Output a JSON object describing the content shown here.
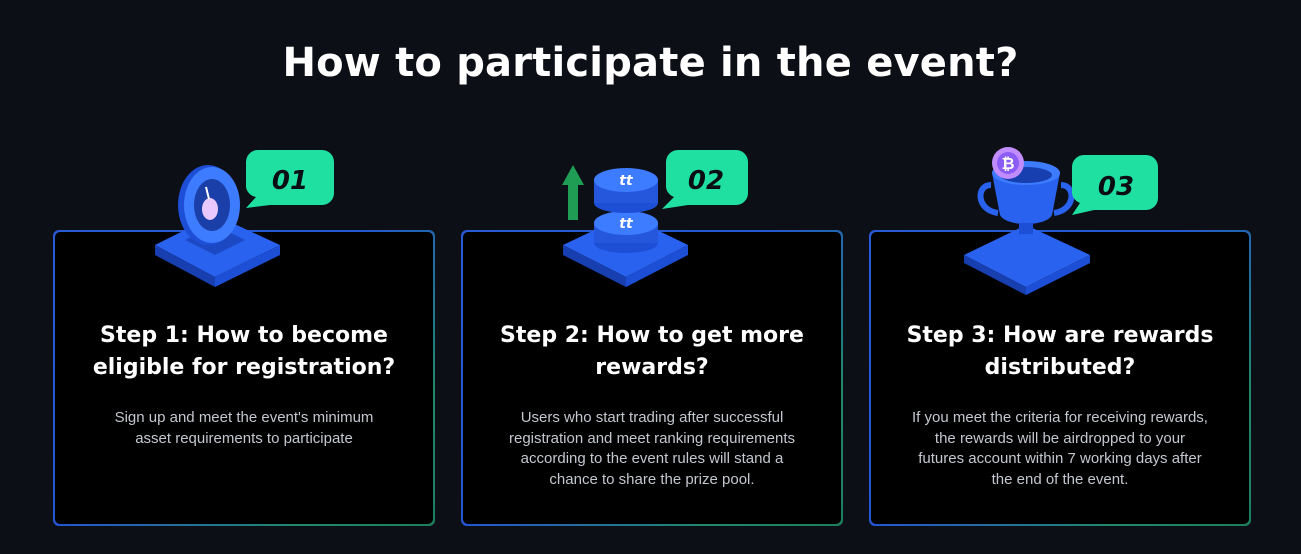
{
  "page": {
    "title": "How to participate in the event?"
  },
  "colors": {
    "background": "#0d0f17",
    "card": "#000000",
    "accent_green": "#1fe0a1",
    "accent_blue": "#2456d0",
    "text_muted": "#c3c7cf"
  },
  "steps": [
    {
      "badge": "01",
      "icon": "compass-dial-icon",
      "title_line1": "Step 1: How to become",
      "title_line2": "eligible for registration?",
      "desc_lines": [
        "Sign up and meet the event's minimum",
        "asset requirements to participate"
      ]
    },
    {
      "badge": "02",
      "icon": "coin-stack-icon",
      "title_line1": "Step 2: How to get more",
      "title_line2": "rewards?",
      "desc_lines": [
        "Users who start trading after successful",
        "registration and meet ranking requirements",
        "according to the event rules will stand a",
        "chance to share the prize pool."
      ]
    },
    {
      "badge": "03",
      "icon": "trophy-bitcoin-icon",
      "title_line1": "Step 3: How are rewards",
      "title_line2": "distributed?",
      "desc_lines": [
        "If you meet the criteria for receiving rewards,",
        "the rewards will be airdropped to your",
        "futures account within 7 working days after",
        "the end of the event."
      ]
    }
  ]
}
